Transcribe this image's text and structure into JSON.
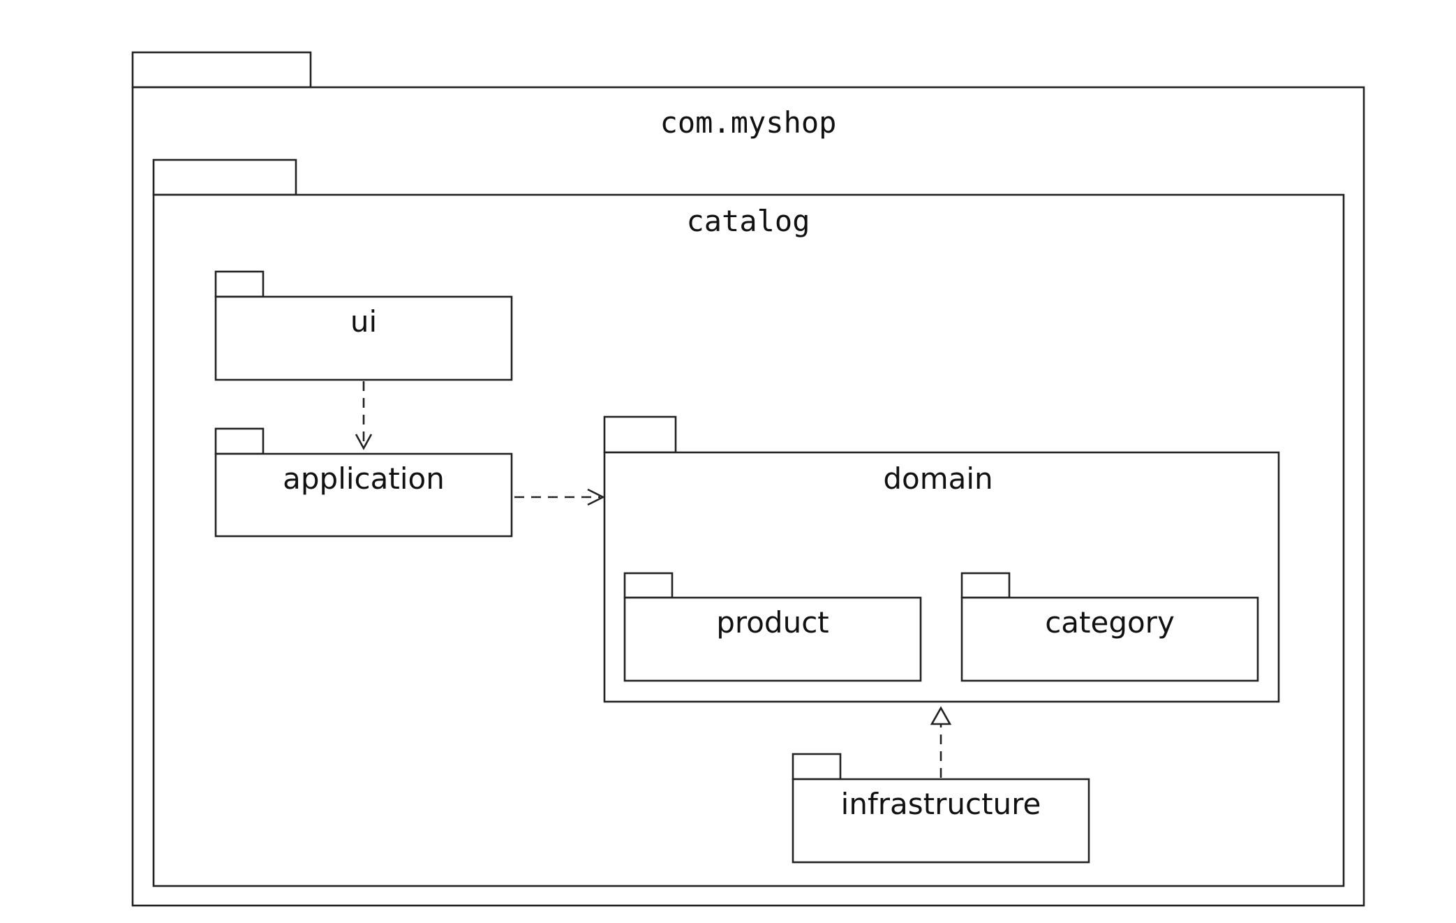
{
  "packages": {
    "root": {
      "name": "com.myshop"
    },
    "catalog": {
      "name": "catalog"
    },
    "ui": {
      "name": "ui"
    },
    "application": {
      "name": "application"
    },
    "domain": {
      "name": "domain"
    },
    "product": {
      "name": "product"
    },
    "category": {
      "name": "category"
    },
    "infrastructure": {
      "name": "infrastructure"
    }
  },
  "relationships": [
    {
      "from": "ui",
      "to": "application",
      "kind": "dependency"
    },
    {
      "from": "application",
      "to": "domain",
      "kind": "dependency"
    },
    {
      "from": "infrastructure",
      "to": "domain",
      "kind": "realization"
    }
  ],
  "colors": {
    "line": "#222222",
    "background": "#ffffff"
  }
}
